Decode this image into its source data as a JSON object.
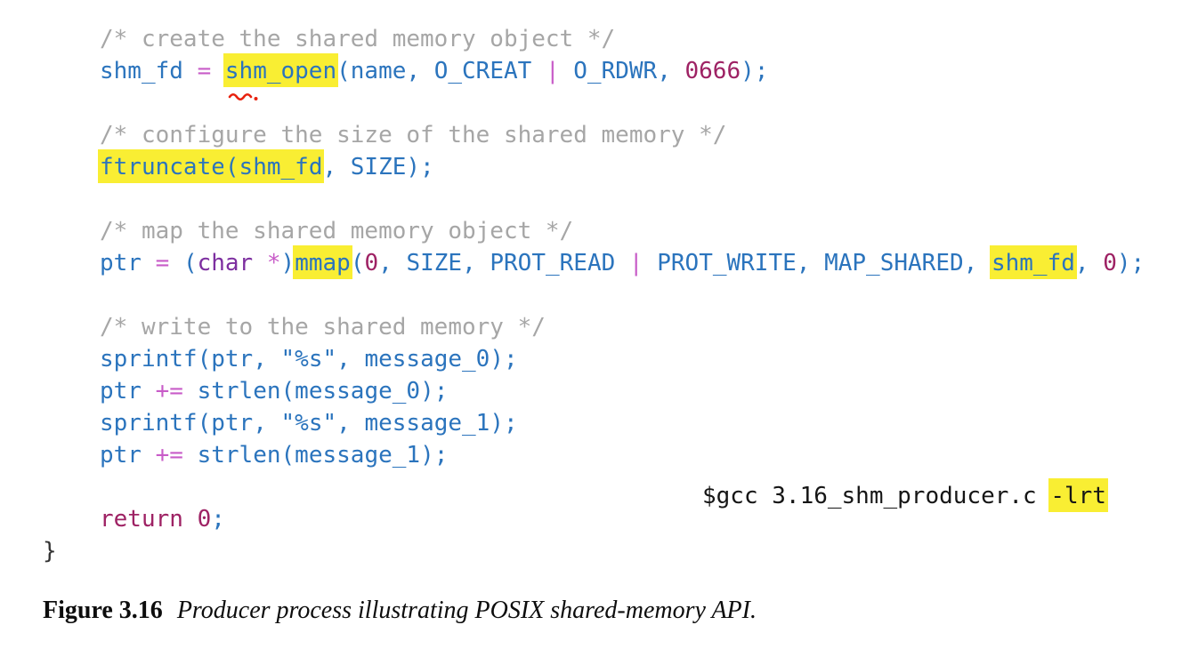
{
  "figure": {
    "background": "#ffffff"
  },
  "colors": {
    "comment": "#a6a6a6",
    "name": "#2b74bd",
    "punct": "#2b74bd",
    "op": "#c85cc8",
    "num": "#9e2264",
    "kw": "#9e2264",
    "type": "#7d2fa0",
    "plain": "#333333",
    "shell": "#161616",
    "highlight": "#f9ee33",
    "squiggle": "#e8220f"
  },
  "icons": {
    "spellcheck_squiggle": "red wavy underline with dot beneath shm_open"
  },
  "code": {
    "lines": [
      {
        "indent": 1,
        "tokens": [
          {
            "t": "/* create the shared memory object */",
            "c": "comment"
          }
        ]
      },
      {
        "indent": 1,
        "tokens": [
          {
            "t": "shm_fd ",
            "c": "name"
          },
          {
            "t": "= ",
            "c": "op"
          },
          {
            "t": "shm_open",
            "c": "name",
            "h": true
          },
          {
            "t": "(",
            "c": "punct"
          },
          {
            "t": "name",
            "c": "name"
          },
          {
            "t": ", ",
            "c": "punct"
          },
          {
            "t": "O_CREAT ",
            "c": "name"
          },
          {
            "t": "| ",
            "c": "op"
          },
          {
            "t": "O_RDWR",
            "c": "name"
          },
          {
            "t": ", ",
            "c": "punct"
          },
          {
            "t": "0666",
            "c": "num"
          },
          {
            "t": ");",
            "c": "punct"
          }
        ]
      },
      {
        "indent": 1,
        "tokens": []
      },
      {
        "indent": 1,
        "tokens": [
          {
            "t": "/* configure the size of the shared memory */",
            "c": "comment"
          }
        ]
      },
      {
        "indent": 1,
        "tokens": [
          {
            "t": "ftruncate",
            "c": "name",
            "h": true
          },
          {
            "t": "(",
            "c": "punct",
            "h": true
          },
          {
            "t": "shm_fd",
            "c": "name",
            "h": true
          },
          {
            "t": ", ",
            "c": "punct"
          },
          {
            "t": "SIZE",
            "c": "name"
          },
          {
            "t": ");",
            "c": "punct"
          }
        ]
      },
      {
        "indent": 1,
        "tokens": []
      },
      {
        "indent": 1,
        "tokens": [
          {
            "t": "/* map the shared memory object */",
            "c": "comment"
          }
        ]
      },
      {
        "indent": 1,
        "tokens": [
          {
            "t": "ptr ",
            "c": "name"
          },
          {
            "t": "= ",
            "c": "op"
          },
          {
            "t": "(",
            "c": "punct"
          },
          {
            "t": "char ",
            "c": "type"
          },
          {
            "t": "*",
            "c": "op"
          },
          {
            "t": ")",
            "c": "punct"
          },
          {
            "t": "mmap",
            "c": "name",
            "h": true
          },
          {
            "t": "(",
            "c": "punct"
          },
          {
            "t": "0",
            "c": "num"
          },
          {
            "t": ", ",
            "c": "punct"
          },
          {
            "t": "SIZE",
            "c": "name"
          },
          {
            "t": ", ",
            "c": "punct"
          },
          {
            "t": "PROT_READ ",
            "c": "name"
          },
          {
            "t": "| ",
            "c": "op"
          },
          {
            "t": "PROT_WRITE",
            "c": "name"
          },
          {
            "t": ", ",
            "c": "punct"
          },
          {
            "t": "MAP_SHARED",
            "c": "name"
          },
          {
            "t": ", ",
            "c": "punct"
          },
          {
            "t": "shm_fd",
            "c": "name",
            "h": true
          },
          {
            "t": ", ",
            "c": "punct"
          },
          {
            "t": "0",
            "c": "num"
          },
          {
            "t": ");",
            "c": "punct"
          }
        ]
      },
      {
        "indent": 1,
        "tokens": []
      },
      {
        "indent": 1,
        "tokens": [
          {
            "t": "/* write to the shared memory */",
            "c": "comment"
          }
        ]
      },
      {
        "indent": 1,
        "tokens": [
          {
            "t": "sprintf",
            "c": "name"
          },
          {
            "t": "(",
            "c": "punct"
          },
          {
            "t": "ptr",
            "c": "name"
          },
          {
            "t": ", ",
            "c": "punct"
          },
          {
            "t": "\"%s\"",
            "c": "name"
          },
          {
            "t": ", ",
            "c": "punct"
          },
          {
            "t": "message_0",
            "c": "name"
          },
          {
            "t": ");",
            "c": "punct"
          }
        ]
      },
      {
        "indent": 1,
        "tokens": [
          {
            "t": "ptr ",
            "c": "name"
          },
          {
            "t": "+= ",
            "c": "op"
          },
          {
            "t": "strlen",
            "c": "name"
          },
          {
            "t": "(",
            "c": "punct"
          },
          {
            "t": "message_0",
            "c": "name"
          },
          {
            "t": ");",
            "c": "punct"
          }
        ]
      },
      {
        "indent": 1,
        "tokens": [
          {
            "t": "sprintf",
            "c": "name"
          },
          {
            "t": "(",
            "c": "punct"
          },
          {
            "t": "ptr",
            "c": "name"
          },
          {
            "t": ", ",
            "c": "punct"
          },
          {
            "t": "\"%s\"",
            "c": "name"
          },
          {
            "t": ", ",
            "c": "punct"
          },
          {
            "t": "message_1",
            "c": "name"
          },
          {
            "t": ");",
            "c": "punct"
          }
        ]
      },
      {
        "indent": 1,
        "tokens": [
          {
            "t": "ptr ",
            "c": "name"
          },
          {
            "t": "+= ",
            "c": "op"
          },
          {
            "t": "strlen",
            "c": "name"
          },
          {
            "t": "(",
            "c": "punct"
          },
          {
            "t": "message_1",
            "c": "name"
          },
          {
            "t": ");",
            "c": "punct"
          }
        ]
      },
      {
        "indent": 1,
        "tokens": []
      },
      {
        "indent": 1,
        "tokens": [
          {
            "t": "return ",
            "c": "kw"
          },
          {
            "t": "0",
            "c": "num"
          },
          {
            "t": ";",
            "c": "punct"
          }
        ]
      },
      {
        "indent": 0,
        "tokens": [
          {
            "t": "}",
            "c": "plain"
          }
        ]
      }
    ]
  },
  "shell_note": {
    "tokens": [
      {
        "t": "$gcc 3.16_shm_producer.c ",
        "c": "shell"
      },
      {
        "t": "-lrt",
        "c": "shell",
        "h": true
      }
    ]
  },
  "caption": {
    "label": "Figure 3.16",
    "text": "Producer process illustrating POSIX shared-memory API."
  }
}
